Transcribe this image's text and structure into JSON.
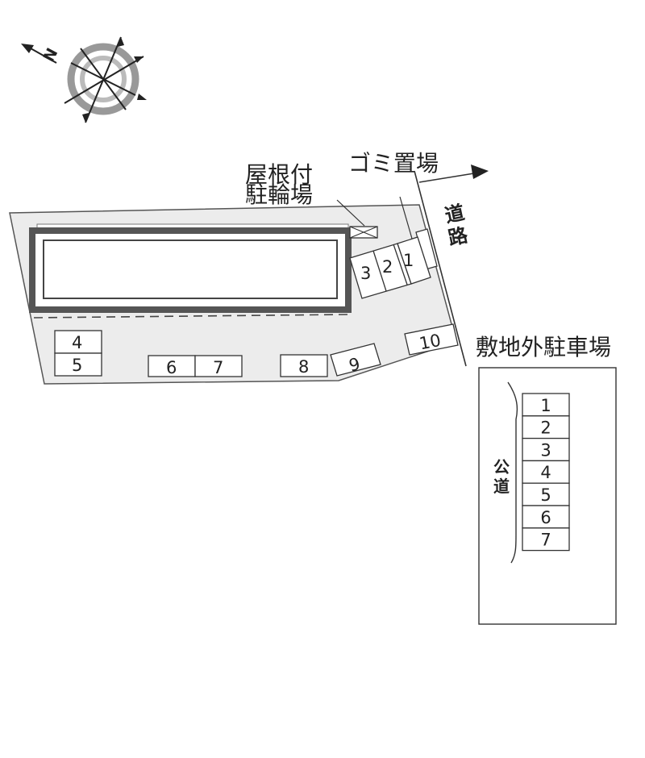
{
  "labels": {
    "north": "N",
    "bike_parking_line1": "屋根付",
    "bike_parking_line2": "駐輪場",
    "garbage": "ゴミ置場",
    "road_char1": "道",
    "road_char2": "路",
    "offsite_parking": "敷地外駐車場",
    "public_road_char1": "公",
    "public_road_char2": "道"
  },
  "onsite_spaces": {
    "s1": "1",
    "s2": "2",
    "s3": "3",
    "s4": "4",
    "s5": "5",
    "s6": "6",
    "s7": "7",
    "s8": "8",
    "s9": "9",
    "s10": "10"
  },
  "offsite_spaces": [
    "1",
    "2",
    "3",
    "4",
    "5",
    "6",
    "7"
  ],
  "colors": {
    "site": "#ececec",
    "building_wall": "#555555",
    "line": "#333333",
    "compass_ring": "#999999"
  },
  "icons": {
    "compass": "compass-rose-icon",
    "road_arrow": "arrow-right-icon"
  }
}
